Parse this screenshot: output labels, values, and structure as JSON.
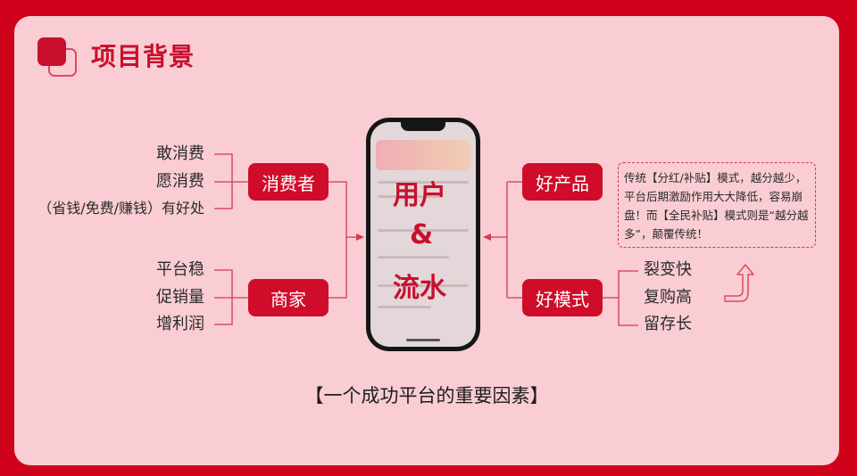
{
  "header": {
    "title": "项目背景"
  },
  "left": {
    "consumer": {
      "label": "消费者",
      "items": [
        "敢消费",
        "愿消费",
        "（省钱/免费/赚钱）有好处"
      ]
    },
    "merchant": {
      "label": "商家",
      "items": [
        "平台稳",
        "促销量",
        "增利润"
      ]
    }
  },
  "center": {
    "line1": "用户",
    "line2": "&",
    "line3": "流水"
  },
  "right": {
    "product": {
      "label": "好产品"
    },
    "model": {
      "label": "好模式",
      "items": [
        "裂变快",
        "复购高",
        "留存长"
      ]
    },
    "note": "传统【分红/补贴】模式，越分越少，平台后期激励作用大大降低，容易崩盘！而【全民补贴】模式则是“越分越多”，颠覆传统！"
  },
  "footer": {
    "caption": "【一个成功平台的重要因素】"
  },
  "colors": {
    "brand": "#c8102e",
    "background": "#d0021b",
    "panel": "#f9cdd3"
  }
}
